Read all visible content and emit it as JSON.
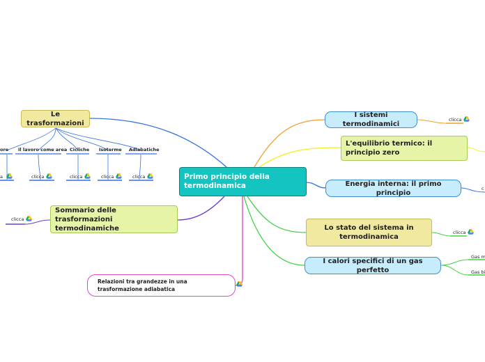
{
  "central": {
    "title": "Primo principio della termodinamica"
  },
  "branches": {
    "sistemi": {
      "label": "I sistemi termodinamici",
      "link": "clicca"
    },
    "equilibrio": {
      "label": "L'equilibrio termico: il principio zero"
    },
    "energia": {
      "label": "Energia interna: il primo principio",
      "link": "c"
    },
    "stato": {
      "label": "Lo stato del sistema in termodinamica",
      "link": "clicca"
    },
    "calori": {
      "label": "I calori specifici di un gas perfetto",
      "children": [
        "Gas mo",
        "Gas bia"
      ]
    },
    "trasformazioni": {
      "label": "Le trasformazioni",
      "children": [
        "ore",
        "Il lavoro come area",
        "Cicliche",
        "Isoterme",
        "Adiabatiche"
      ],
      "links": [
        "a",
        "clicca",
        "clicca",
        "clicca",
        "clicca"
      ]
    },
    "sommario": {
      "label": "Sommario delle trasformazioni termodinamiche",
      "link": "clicca"
    },
    "relazioni": {
      "label": "Relazioni tra grandezze in una trasformazione adiabatica"
    }
  },
  "icon": "google-drive-icon",
  "colors": {
    "central_fill": "#14c4c0",
    "blue_fill": "#c7ecfb",
    "green_fill": "#e5f4a6",
    "yellow_fill": "#f2e9a0",
    "link_orange": "#f0a030",
    "link_yellow": "#f0f020",
    "link_blue": "#3070e0",
    "link_green": "#40d040",
    "link_purple": "#6a3ad0",
    "link_magenta": "#e040d0"
  }
}
